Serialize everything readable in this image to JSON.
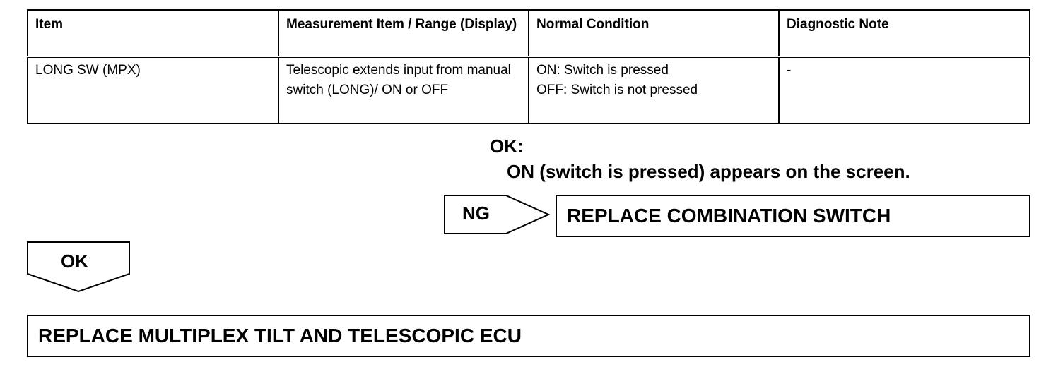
{
  "table": {
    "headers": [
      "Item",
      "Measurement Item / Range (Display)",
      "Normal Condition",
      "Diagnostic Note"
    ],
    "rows": [
      {
        "item": "LONG SW (MPX)",
        "measurement": "Telescopic extends input from manual switch (LONG)/ ON or OFF",
        "normal_line1": "ON: Switch is pressed",
        "normal_line2": "OFF: Switch is not pressed",
        "note": "-"
      }
    ]
  },
  "ok_result": {
    "title": "OK:",
    "text": "ON (switch is pressed) appears on the screen."
  },
  "ng_branch": {
    "label": "NG",
    "action": "REPLACE COMBINATION SWITCH"
  },
  "ok_branch": {
    "label": "OK",
    "action": "REPLACE MULTIPLEX TILT AND TELESCOPIC ECU"
  }
}
